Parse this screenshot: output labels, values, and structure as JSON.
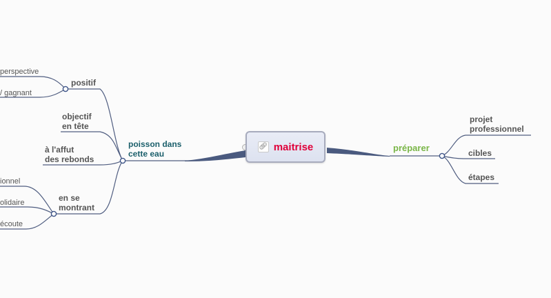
{
  "central": {
    "label": "maitrise",
    "icon": "link-icon"
  },
  "branches": {
    "preparer": {
      "label": "préparer",
      "children": [
        {
          "label": "projet\nprofessionnel"
        },
        {
          "label": "cibles"
        },
        {
          "label": "étapes"
        }
      ]
    },
    "poisson": {
      "label": "poisson dans\ncette eau",
      "children": [
        {
          "label": "positif",
          "children": [
            {
              "label": "perspective"
            },
            {
              "label": "/ gagnant"
            }
          ]
        },
        {
          "label": "objectif\nen tête"
        },
        {
          "label": "à l'affut\ndes rebonds"
        },
        {
          "label": "en se\nmontrant",
          "children": [
            {
              "label": "ionnel"
            },
            {
              "label": "olidaire"
            },
            {
              "label": "écoute"
            }
          ]
        }
      ]
    }
  },
  "colors": {
    "central_text": "#e0003a",
    "preparer": "#7ab648",
    "poisson": "#1b5f6b",
    "lines": "#4f5d80"
  }
}
